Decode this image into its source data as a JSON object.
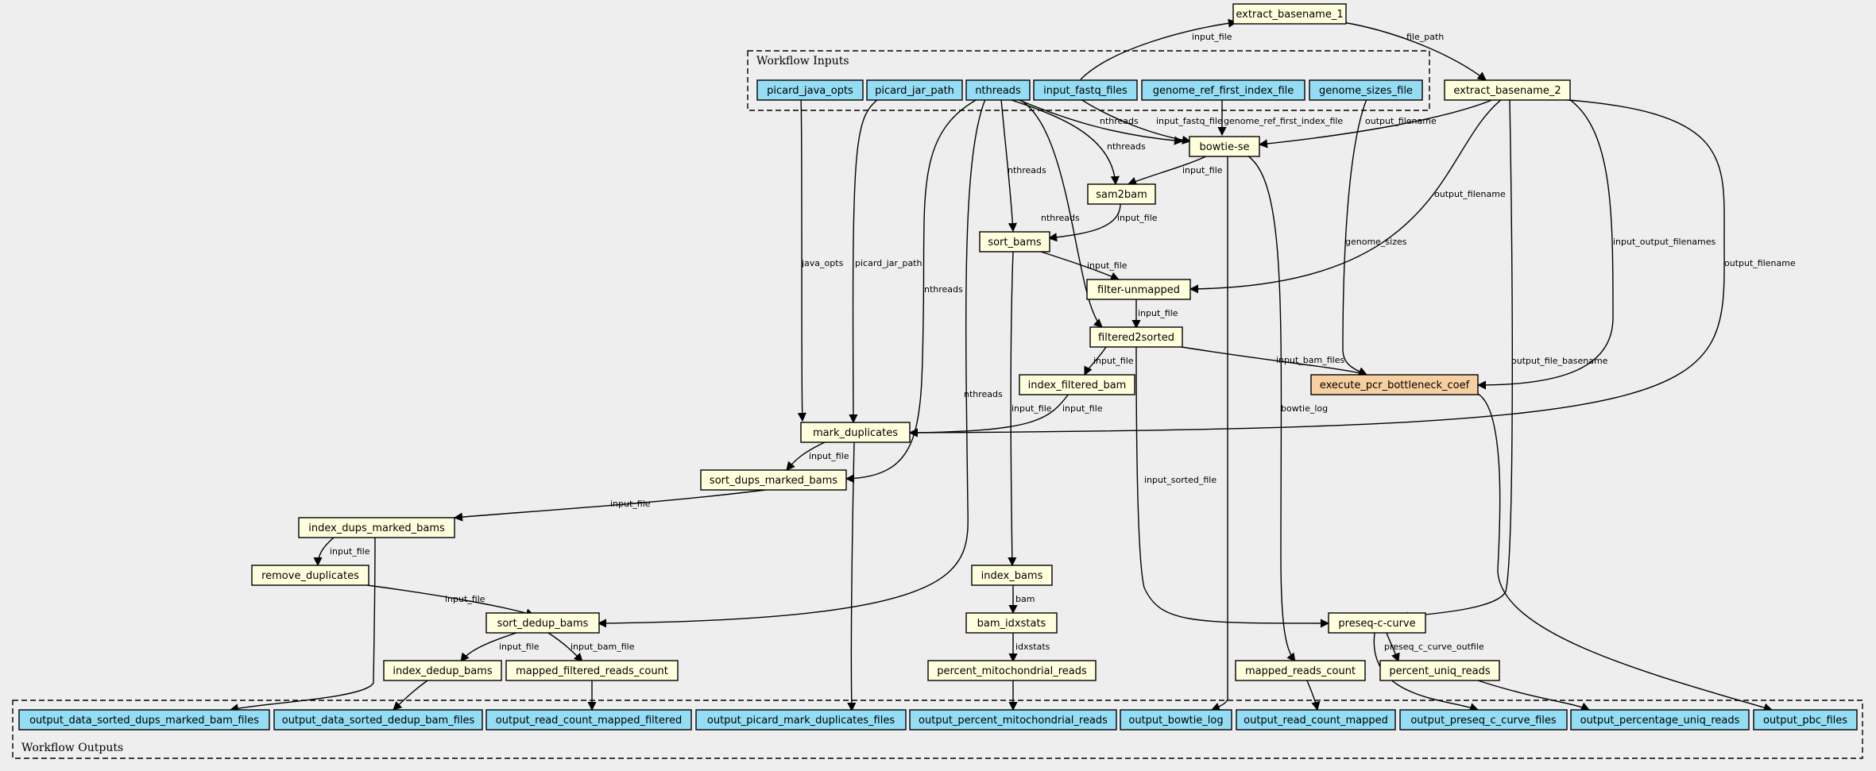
{
  "colors": {
    "background": "#eeeeee",
    "io_node": "#94ddf4",
    "step_node": "#ffffdd",
    "highlight_step": "#f7cfa0"
  },
  "clusters": {
    "inputs": "Workflow Inputs",
    "outputs": "Workflow Outputs"
  },
  "nodes": {
    "picard_java_opts": "picard_java_opts",
    "picard_jar_path": "picard_jar_path",
    "nthreads": "nthreads",
    "input_fastq_files": "input_fastq_files",
    "genome_ref_first_index_file": "genome_ref_first_index_file",
    "genome_sizes_file": "genome_sizes_file",
    "extract_basename_1": "extract_basename_1",
    "extract_basename_2": "extract_basename_2",
    "bowtie_se": "bowtie-se",
    "sam2bam": "sam2bam",
    "sort_bams": "sort_bams",
    "filter_unmapped": "filter-unmapped",
    "filtered2sorted": "filtered2sorted",
    "execute_pcr_bottleneck_coef": "execute_pcr_bottleneck_coef",
    "index_filtered_bam": "index_filtered_bam",
    "mark_duplicates": "mark_duplicates",
    "sort_dups_marked_bams": "sort_dups_marked_bams",
    "index_dups_marked_bams": "index_dups_marked_bams",
    "remove_duplicates": "remove_duplicates",
    "sort_dedup_bams": "sort_dedup_bams",
    "index_dedup_bams": "index_dedup_bams",
    "mapped_filtered_reads_count": "mapped_filtered_reads_count",
    "index_bams": "index_bams",
    "bam_idxstats": "bam_idxstats",
    "percent_mitochondrial_reads": "percent_mitochondrial_reads",
    "preseq_c_curve": "preseq-c-curve",
    "mapped_reads_count": "mapped_reads_count",
    "percent_uniq_reads": "percent_uniq_reads",
    "out_sorted_dups": "output_data_sorted_dups_marked_bam_files",
    "out_sorted_dedup": "output_data_sorted_dedup_bam_files",
    "out_read_count_filtered": "output_read_count_mapped_filtered",
    "out_picard": "output_picard_mark_duplicates_files",
    "out_percent_mito": "output_percent_mitochondrial_reads",
    "out_bowtie_log": "output_bowtie_log",
    "out_read_count_mapped": "output_read_count_mapped",
    "out_preseq": "output_preseq_c_curve_files",
    "out_pct_uniq": "output_percentage_uniq_reads",
    "out_pbc": "output_pbc_files"
  },
  "edge_labels": {
    "input_file": "input_file",
    "file_path": "file_path",
    "nthreads": "nthreads",
    "input_fastq_file": "input_fastq_file",
    "genome_ref_first_index_file": "genome_ref_first_index_file",
    "output_filename": "output_filename",
    "java_opts": "java_opts",
    "picard_jar_path": "picard_jar_path",
    "genome_sizes": "genome_sizes",
    "input_output_filenames": "input_output_filenames",
    "input_bam_files": "input_bam_files",
    "bowtie_log": "bowtie_log",
    "output_file_basename": "output_file_basename",
    "input_sorted_file": "input_sorted_file",
    "bam": "bam",
    "idxstats": "idxstats",
    "input_bam_file": "input_bam_file",
    "preseq_c_curve_outfile": "preseq_c_curve_outfile"
  }
}
